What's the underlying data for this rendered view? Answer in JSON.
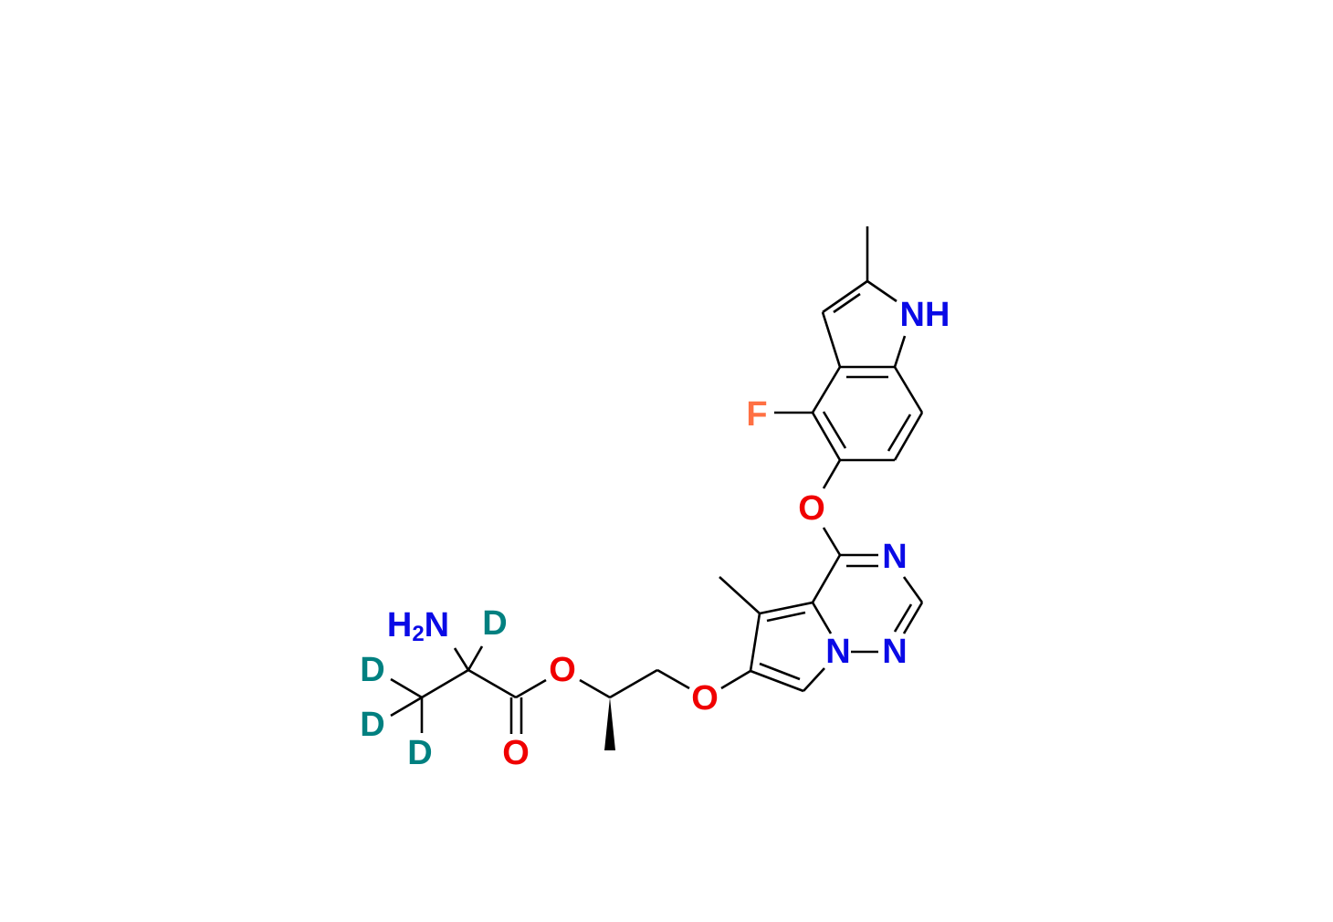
{
  "molecule": {
    "atoms": {
      "nh": "NH",
      "f": "F",
      "o_aryl": "O",
      "n_triazine_3": "N",
      "n_triazine_1": "N",
      "n_bridge": "N",
      "o_ether": "O",
      "o_ester": "O",
      "o_carbonyl": "O",
      "h2n_h": "H",
      "h2n_sub": "2",
      "h2n_n": "N",
      "d_alpha": "D",
      "d_methyl_1": "D",
      "d_methyl_2": "D",
      "d_methyl_3": "D"
    },
    "colors": {
      "nitrogen": "#0A0AE6",
      "oxygen": "#F00000",
      "fluorine": "#FF7043",
      "deuterium": "#008080",
      "bond": "#000000"
    }
  }
}
